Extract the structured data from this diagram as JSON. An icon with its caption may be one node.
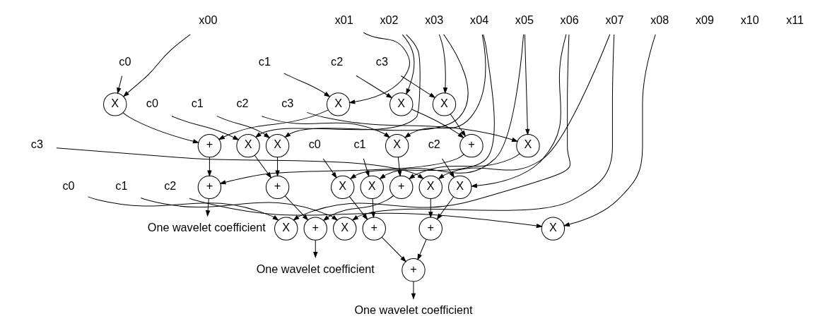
{
  "diagram": {
    "nodes": [
      {
        "text": [
          "x00"
        ]
      },
      {
        "text": [
          "x01"
        ]
      },
      {
        "text": [
          "x02"
        ]
      },
      {
        "text": [
          "x03"
        ]
      },
      {
        "text": [
          "x04"
        ]
      },
      {
        "text": [
          "x05"
        ]
      },
      {
        "text": [
          "x06"
        ]
      },
      {
        "text": [
          "x07"
        ]
      },
      {
        "text": [
          "x08"
        ]
      },
      {
        "text": [
          "x09"
        ]
      },
      {
        "text": [
          "x10"
        ]
      },
      {
        "text": [
          "x11"
        ]
      },
      {
        "text": [
          "c0"
        ]
      },
      {
        "text": [
          "c1"
        ]
      },
      {
        "text": [
          "c2"
        ]
      },
      {
        "text": [
          "c3"
        ]
      },
      {
        "text": [
          "X"
        ]
      },
      {
        "text": [
          "X"
        ]
      },
      {
        "text": [
          "X"
        ]
      },
      {
        "text": [
          "X"
        ]
      },
      {
        "text": [
          "+"
        ]
      },
      {
        "text": [
          "+"
        ]
      },
      {
        "text": [
          "+"
        ]
      },
      {
        "text": [
          "One wavelet coefficient"
        ]
      },
      {
        "text": [
          "c0"
        ]
      },
      {
        "text": [
          "c1"
        ]
      },
      {
        "text": [
          "c2"
        ]
      },
      {
        "text": [
          "c3"
        ]
      },
      {
        "text": [
          "X"
        ]
      },
      {
        "text": [
          "X"
        ]
      },
      {
        "text": [
          "X"
        ]
      },
      {
        "text": [
          "X"
        ]
      },
      {
        "text": [
          "+"
        ]
      },
      {
        "text": [
          "+"
        ]
      },
      {
        "text": [
          "+"
        ]
      },
      {
        "text": [
          "One wavelet coefficient"
        ]
      },
      {
        "text": [
          "c0"
        ]
      },
      {
        "text": [
          "c1"
        ]
      },
      {
        "text": [
          "c2"
        ]
      },
      {
        "text": [
          "c3"
        ]
      },
      {
        "text": [
          "X"
        ]
      },
      {
        "text": [
          "X"
        ]
      },
      {
        "text": [
          "X"
        ]
      },
      {
        "text": [
          "X"
        ]
      },
      {
        "text": [
          "+"
        ]
      },
      {
        "text": [
          "+"
        ]
      },
      {
        "text": [
          "+"
        ]
      },
      {
        "text": [
          "One wavelet coefficient"
        ]
      },
      {
        "text": [
          "c0"
        ]
      },
      {
        "text": [
          "c1"
        ]
      },
      {
        "text": [
          "c2"
        ]
      },
      {
        "text": [
          "X"
        ]
      },
      {
        "text": [
          "X"
        ]
      },
      {
        "text": [
          "X"
        ]
      }
    ],
    "edges": [
      {
        "from": 0,
        "to": 16,
        "arrow": "to"
      },
      {
        "from": 12,
        "to": 16,
        "arrow": "to"
      },
      {
        "from": 1,
        "to": 17,
        "arrow": "to"
      },
      {
        "from": 13,
        "to": 17,
        "arrow": "to"
      },
      {
        "from": 2,
        "to": 18,
        "arrow": "to"
      },
      {
        "from": 14,
        "to": 18,
        "arrow": "to"
      },
      {
        "from": 3,
        "to": 19,
        "arrow": "to"
      },
      {
        "from": 15,
        "to": 19,
        "arrow": "to"
      },
      {
        "from": 16,
        "to": 20,
        "arrow": "to"
      },
      {
        "from": 17,
        "to": 20,
        "arrow": "to"
      },
      {
        "from": 18,
        "to": 21,
        "arrow": "to"
      },
      {
        "from": 19,
        "to": 21,
        "arrow": "to"
      },
      {
        "from": 20,
        "to": 22,
        "arrow": "to"
      },
      {
        "from": 21,
        "to": 22,
        "arrow": "to"
      },
      {
        "from": 22,
        "to": 23,
        "arrow": "to"
      },
      {
        "from": 2,
        "to": 28,
        "arrow": "to"
      },
      {
        "from": 24,
        "to": 28,
        "arrow": "to"
      },
      {
        "from": 3,
        "to": 29,
        "arrow": "to"
      },
      {
        "from": 25,
        "to": 29,
        "arrow": "to"
      },
      {
        "from": 4,
        "to": 30,
        "arrow": "to"
      },
      {
        "from": 26,
        "to": 30,
        "arrow": "to"
      },
      {
        "from": 5,
        "to": 31,
        "arrow": "to"
      },
      {
        "from": 27,
        "to": 31,
        "arrow": "to"
      },
      {
        "from": 28,
        "to": 32,
        "arrow": "to"
      },
      {
        "from": 29,
        "to": 32,
        "arrow": "to"
      },
      {
        "from": 30,
        "to": 33,
        "arrow": "to"
      },
      {
        "from": 31,
        "to": 33,
        "arrow": "to"
      },
      {
        "from": 32,
        "to": 34,
        "arrow": "to"
      },
      {
        "from": 33,
        "to": 34,
        "arrow": "to"
      },
      {
        "from": 34,
        "to": 35,
        "arrow": "to"
      },
      {
        "from": 4,
        "to": 40,
        "arrow": "to"
      },
      {
        "from": 36,
        "to": 40,
        "arrow": "to"
      },
      {
        "from": 5,
        "to": 41,
        "arrow": "to"
      },
      {
        "from": 37,
        "to": 41,
        "arrow": "to"
      },
      {
        "from": 6,
        "to": 42,
        "arrow": "to"
      },
      {
        "from": 38,
        "to": 42,
        "arrow": "to"
      },
      {
        "from": 7,
        "to": 43,
        "arrow": "to"
      },
      {
        "from": 39,
        "to": 43,
        "arrow": "to"
      },
      {
        "from": 40,
        "to": 44,
        "arrow": "to"
      },
      {
        "from": 41,
        "to": 44,
        "arrow": "to"
      },
      {
        "from": 42,
        "to": 45,
        "arrow": "to"
      },
      {
        "from": 43,
        "to": 45,
        "arrow": "to"
      },
      {
        "from": 44,
        "to": 46,
        "arrow": "to"
      },
      {
        "from": 45,
        "to": 46,
        "arrow": "to"
      },
      {
        "from": 46,
        "to": 47,
        "arrow": "to"
      },
      {
        "from": 6,
        "to": 51,
        "arrow": "to"
      },
      {
        "from": 48,
        "to": 51,
        "arrow": "to"
      },
      {
        "from": 7,
        "to": 52,
        "arrow": "to"
      },
      {
        "from": 49,
        "to": 52,
        "arrow": "to"
      },
      {
        "from": 8,
        "to": 53,
        "arrow": "to"
      },
      {
        "from": 50,
        "to": 53,
        "arrow": "to"
      }
    ]
  }
}
